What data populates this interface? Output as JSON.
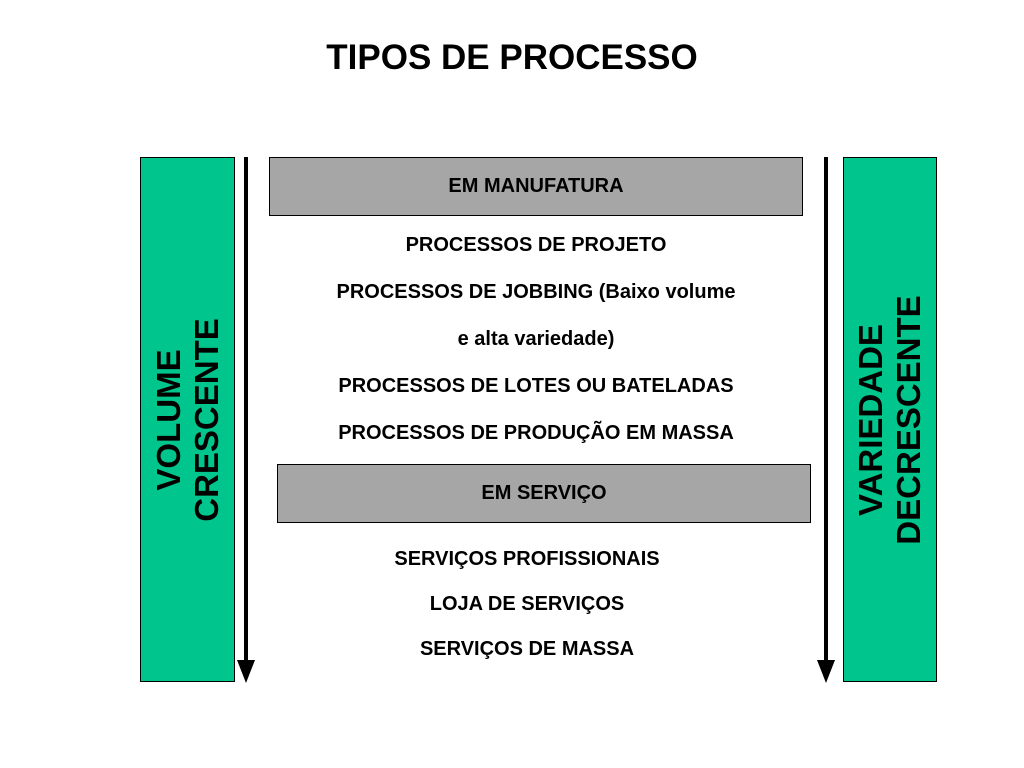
{
  "title": "TIPOS DE PROCESSO",
  "left_bar": {
    "lines": [
      "VOLUME",
      "CRESCENTE"
    ]
  },
  "right_bar": {
    "lines": [
      "VARIEDADE",
      "DECRESCENTE"
    ]
  },
  "manufatura": {
    "header": "EM MANUFATURA",
    "items": [
      "PROCESSOS DE PROJETO",
      "PROCESSOS DE JOBBING (Baixo volume",
      "e alta variedade)",
      "PROCESSOS DE LOTES OU BATELADAS",
      "PROCESSOS DE PRODUÇÃO EM MASSA"
    ]
  },
  "servico": {
    "header": "EM SERVIÇO",
    "items": [
      "SERVIÇOS PROFISSIONAIS",
      "LOJA DE SERVIÇOS",
      "SERVIÇOS DE MASSA"
    ]
  },
  "colors": {
    "side_bar_fill": "#00c58c",
    "header_fill": "#a6a6a6",
    "arrow": "#000000"
  }
}
